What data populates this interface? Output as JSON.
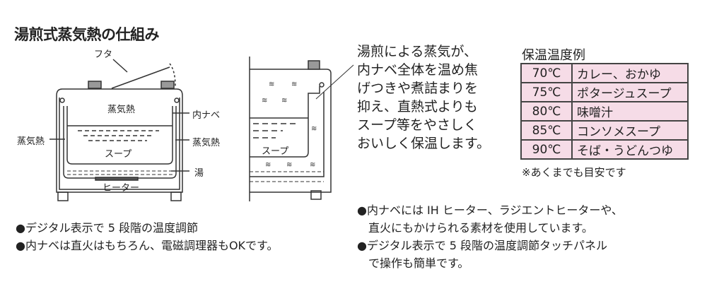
{
  "title": "湯煎式蒸気熱の仕組み",
  "diagram_left": {
    "lid": "フタ",
    "steam_top": "蒸気熱",
    "inner_pot": "内ナベ",
    "steam_left": "蒸気熱",
    "steam_right": "蒸気熱",
    "soup": "スープ",
    "hot_water": "湯",
    "heater": "ヒーター"
  },
  "diagram_mid": {
    "soup": "スープ",
    "description": "湯煎による蒸気が、\n内ナベ全体を温め焦\nげつきや煮詰まりを\n抑え、直熱式よりも\nスープ等をやさしく\nおいしく保温します。"
  },
  "table": {
    "title": "保温温度例",
    "background": "#f6dce7",
    "rows": [
      {
        "temp": "70℃",
        "food": "カレー、おかゆ"
      },
      {
        "temp": "75℃",
        "food": "ポタージュスープ"
      },
      {
        "temp": "80℃",
        "food": "味噌汁"
      },
      {
        "temp": "85℃",
        "food": "コンソメスープ"
      },
      {
        "temp": "90℃",
        "food": "そば・うどんつゆ"
      }
    ],
    "note": "※あくまでも目安です"
  },
  "bullets_left": [
    "●デジタル表示で 5 段階の温度調節",
    "●内ナベは直火はもちろん、電磁調理器もOKです。"
  ],
  "bullets_right": [
    "●内ナベには IH ヒーター、ラジエントヒーターや、",
    "　直火にもかけられる素材を使用しています。",
    "●デジタル表示で 5 段階の温度調節タッチパネル",
    "　で操作も簡単です。"
  ]
}
